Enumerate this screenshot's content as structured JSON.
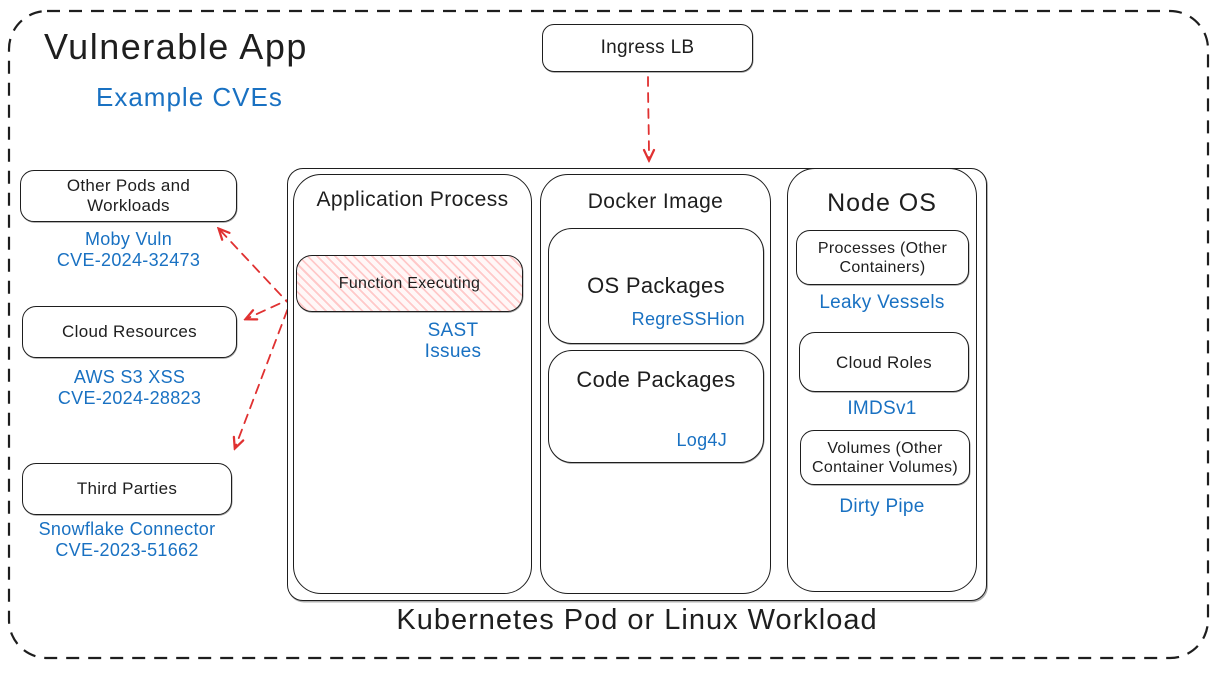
{
  "colors": {
    "stroke": "#1e1e1e",
    "blue": "#1971c2",
    "red": "#e03131",
    "hatch": "#ffc9c9"
  },
  "header": {
    "title": "Vulnerable App",
    "subtitle": "Example CVEs"
  },
  "ingress": {
    "label": "Ingress LB"
  },
  "left_nodes": [
    {
      "label": "Other Pods and Workloads",
      "vuln": "Moby Vuln",
      "cve": "CVE-2024-32473"
    },
    {
      "label": "Cloud Resources",
      "vuln": "AWS S3 XSS",
      "cve": "CVE-2024-28823"
    },
    {
      "label": "Third Parties",
      "vuln": "Snowflake Connector",
      "cve": "CVE-2023-51662"
    }
  ],
  "pod": {
    "caption": "Kubernetes Pod or Linux Workload",
    "app_process": {
      "title": "Application Process",
      "function_box": "Function Executing",
      "vuln": "SAST Issues"
    },
    "docker_image": {
      "title": "Docker Image",
      "os_packages": {
        "label": "OS Packages",
        "vuln": "RegreSSHion"
      },
      "code_packages": {
        "label": "Code Packages",
        "vuln": "Log4J"
      }
    },
    "node_os": {
      "title": "Node OS",
      "processes": {
        "label": "Processes (Other Containers)",
        "vuln": "Leaky Vessels"
      },
      "cloud_roles": {
        "label": "Cloud Roles",
        "vuln": "IMDSv1"
      },
      "volumes": {
        "label": "Volumes (Other Container Volumes)",
        "vuln": "Dirty Pipe"
      }
    }
  }
}
